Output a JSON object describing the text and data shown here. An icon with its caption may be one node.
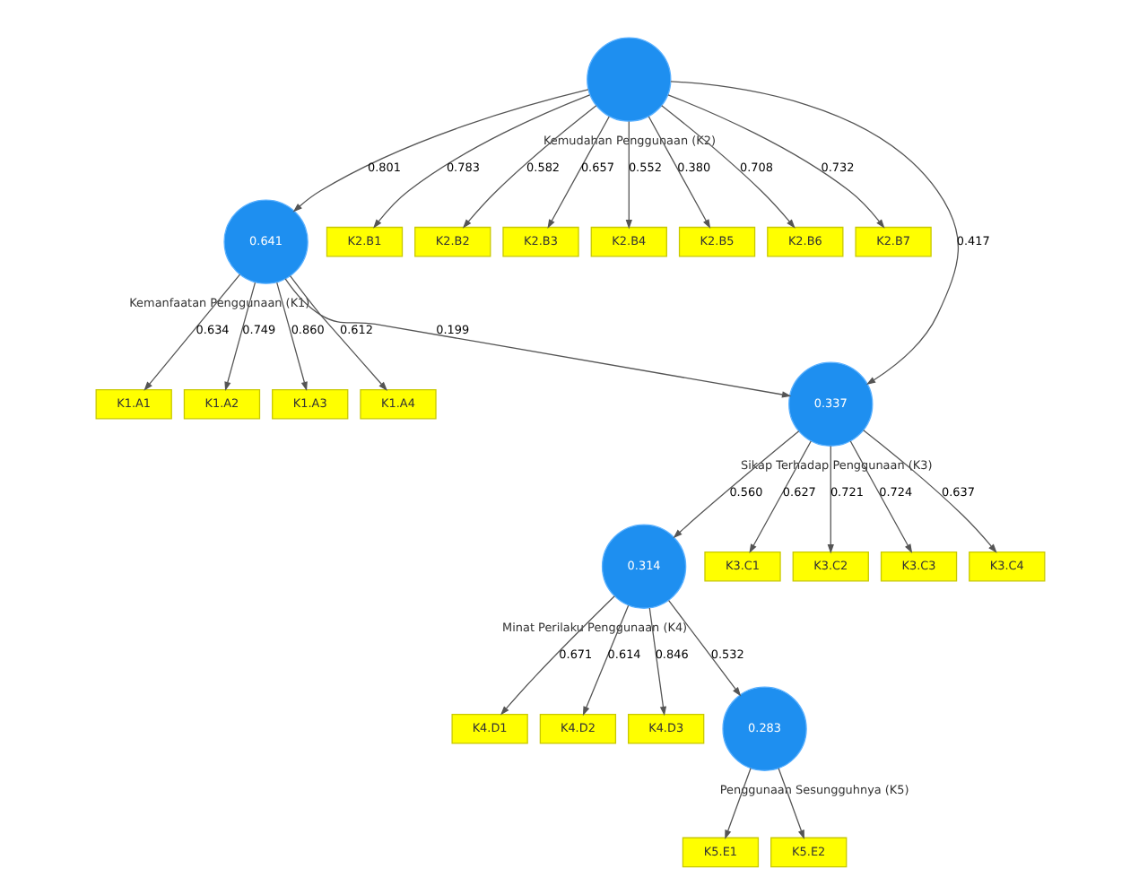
{
  "diagram": {
    "nodes": [
      {
        "text": [
          "K4.D1"
        ]
      },
      {
        "text": [
          "K4.D2"
        ]
      },
      {
        "text": [
          "K4.D3"
        ]
      },
      {
        "text": [
          "K1.A1"
        ]
      },
      {
        "text": [
          "K1.A2"
        ]
      },
      {
        "text": [
          "K1.A3"
        ]
      },
      {
        "text": [
          "K1.A4"
        ]
      },
      {
        "text": [
          "0.641"
        ],
        "beside": [
          "Kemanfaatan Penggunaan (K1)"
        ]
      },
      {
        "text": [
          "0.283"
        ],
        "beside": [
          "Penggunaan Sesungguhnya (K5)"
        ]
      },
      {
        "text": [
          "0.314"
        ],
        "beside": [
          "Minat Perilaku Penggunaan (K4)"
        ]
      },
      {
        "text": [
          "K2.B1"
        ]
      },
      {
        "text": [
          "K2.B2"
        ]
      },
      {
        "text": [
          "K2.B3"
        ]
      },
      {
        "text": [
          "K2.B4"
        ]
      },
      {
        "text": [
          "K2.B5"
        ]
      },
      {
        "text": [
          "K2.B6"
        ]
      },
      {
        "text": [
          "K2.B7"
        ]
      },
      {
        "text": [],
        "shape": "circle",
        "beside": [
          "Kemudahan Penggunaan (K2)"
        ]
      },
      {
        "text": [
          "K5.E1"
        ]
      },
      {
        "text": [
          "K5.E2"
        ]
      },
      {
        "text": [
          "0.337"
        ],
        "beside": [
          "Sikap Terhadap Penggunaan (K3)"
        ]
      },
      {
        "text": [
          "K3.C1"
        ]
      },
      {
        "text": [
          "K3.C2"
        ]
      },
      {
        "text": [
          "K3.C3"
        ]
      },
      {
        "text": [
          "K3.C4"
        ]
      }
    ],
    "edges": [
      {
        "from": 7,
        "to": 3,
        "arrow": "to",
        "label": "0.634"
      },
      {
        "from": 7,
        "to": 4,
        "arrow": "to",
        "label": "0.749"
      },
      {
        "from": 7,
        "to": 5,
        "arrow": "to",
        "label": "0.860"
      },
      {
        "from": 7,
        "to": 6,
        "arrow": "to",
        "label": "0.612"
      },
      {
        "from": 9,
        "to": 0,
        "arrow": "to",
        "label": "0.671"
      },
      {
        "from": 9,
        "to": 1,
        "arrow": "to",
        "label": "0.614"
      },
      {
        "from": 9,
        "to": 2,
        "arrow": "to",
        "label": "0.846"
      },
      {
        "from": 9,
        "to": 8,
        "arrow": "to",
        "label": "0.532"
      },
      {
        "from": 17,
        "to": 7,
        "arrow": "to",
        "label": "0.801"
      },
      {
        "from": 7,
        "to": 20,
        "arrow": "to",
        "label": "0.199"
      },
      {
        "from": 17,
        "to": 20,
        "arrow": "to",
        "label": "0.417"
      },
      {
        "from": 20,
        "to": 9,
        "arrow": "to",
        "label": "0.560"
      },
      {
        "from": 17,
        "to": 10,
        "arrow": "to",
        "label": "0.783"
      },
      {
        "from": 17,
        "to": 11,
        "arrow": "to",
        "label": "0.582"
      },
      {
        "from": 17,
        "to": 12,
        "arrow": "to",
        "label": "0.657"
      },
      {
        "from": 17,
        "to": 13,
        "arrow": "to",
        "label": "0.552"
      },
      {
        "from": 17,
        "to": 14,
        "arrow": "to",
        "label": "0.380"
      },
      {
        "from": 17,
        "to": 15,
        "arrow": "to",
        "label": "0.708"
      },
      {
        "from": 17,
        "to": 16,
        "arrow": "to",
        "label": "0.732"
      },
      {
        "from": 8,
        "to": 18,
        "arrow": "to"
      },
      {
        "from": 8,
        "to": 19,
        "arrow": "to"
      },
      {
        "from": 20,
        "to": 21,
        "arrow": "to",
        "label": "0.627"
      },
      {
        "from": 20,
        "to": 22,
        "arrow": "to",
        "label": "0.721"
      },
      {
        "from": 20,
        "to": 23,
        "arrow": "to",
        "label": "0.724"
      },
      {
        "from": 20,
        "to": 24,
        "arrow": "to",
        "label": "0.637"
      }
    ]
  }
}
